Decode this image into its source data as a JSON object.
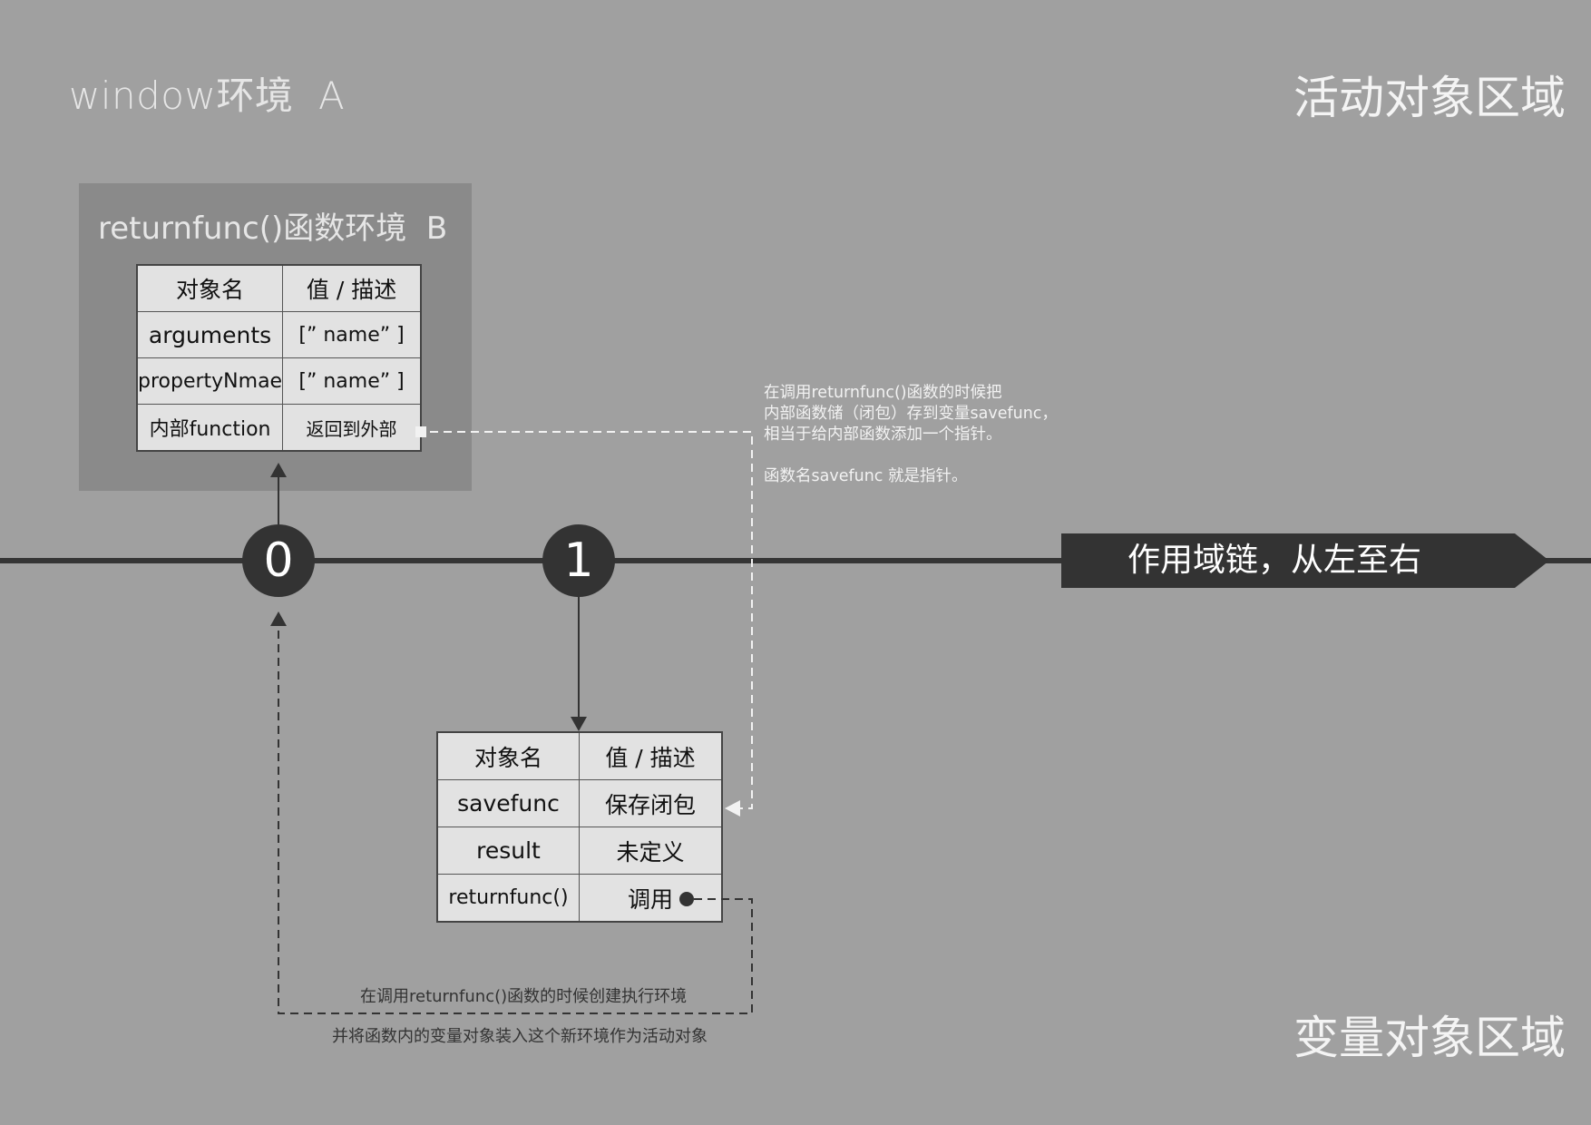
{
  "header": {
    "window_env_label": "window环境  A",
    "active_region_label": "活动对象区域",
    "variable_region_label": "变量对象区域"
  },
  "function_env": {
    "title": "returnfunc()函数环境  B",
    "table": {
      "headers": [
        "对象名",
        "值 / 描述"
      ],
      "rows": [
        {
          "name": "arguments",
          "value": "[” name” ]"
        },
        {
          "name": "propertyNmae",
          "value": "[” name” ]"
        },
        {
          "name": "内部function",
          "value": "返回到外部"
        }
      ]
    }
  },
  "scope_chain": {
    "nodes": [
      "0",
      "1"
    ],
    "banner_label": "作用域链，从左至右"
  },
  "global_table": {
    "headers": [
      "对象名",
      "值 / 描述"
    ],
    "rows": [
      {
        "name": "savefunc",
        "value": "保存闭包"
      },
      {
        "name": "result",
        "value": "未定义"
      },
      {
        "name": "returnfunc()",
        "value": "调用"
      }
    ]
  },
  "annotations": {
    "closure_note": "在调用returnfunc()函数的时候把\n内部函数储（闭包）存到变量savefunc，\n相当于给内部函数添加一个指针。\n\n函数名savefunc 就是指针。",
    "call_note_line1": "在调用returnfunc()函数的时候创建执行环境",
    "call_note_line2": "并将函数内的变量对象装入这个新环境作为活动对象"
  },
  "colors": {
    "background": "#a0a0a0",
    "env_box": "#8a8a8a",
    "table_cell": "#e2e2e2",
    "dark": "#333333",
    "light_text": "#f4f4f4"
  }
}
